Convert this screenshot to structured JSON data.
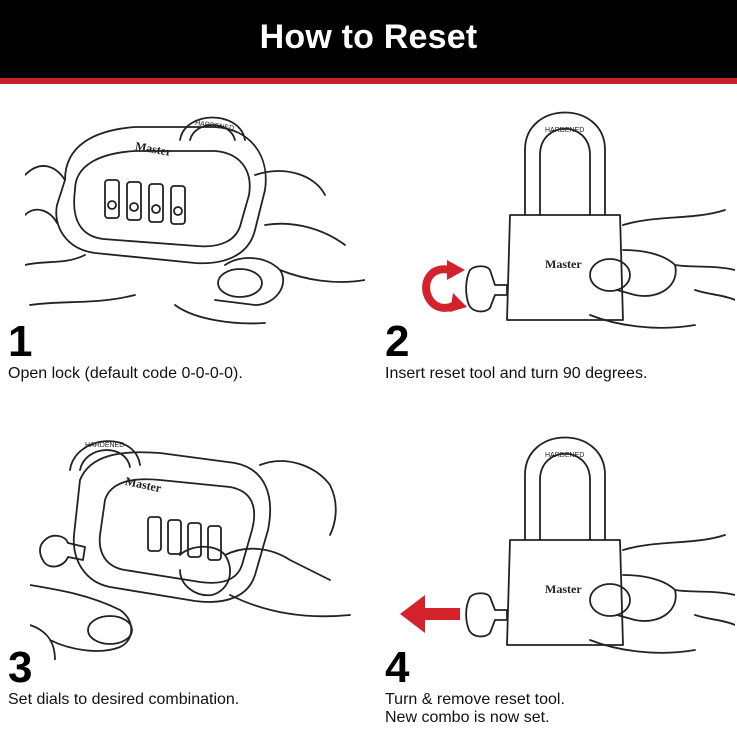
{
  "header": {
    "title": "How to Reset"
  },
  "lock": {
    "brand": "Master",
    "shackle_text": "HARDENED"
  },
  "colors": {
    "header_bg": "#000000",
    "accent_red": "#c8202b"
  },
  "steps": [
    {
      "number": "1",
      "text": "Open lock (default code 0-0-0-0).",
      "icon": "lock-open-hands-illustration"
    },
    {
      "number": "2",
      "text": "Insert reset tool and turn 90 degrees.",
      "icon": "rotate-arrow-icon"
    },
    {
      "number": "3",
      "text": "Set dials to desired combination.",
      "icon": "dial-setting-illustration"
    },
    {
      "number": "4",
      "text_line1": "Turn & remove reset tool.",
      "text_line2": "New combo is now set.",
      "icon": "left-arrow-icon"
    }
  ]
}
